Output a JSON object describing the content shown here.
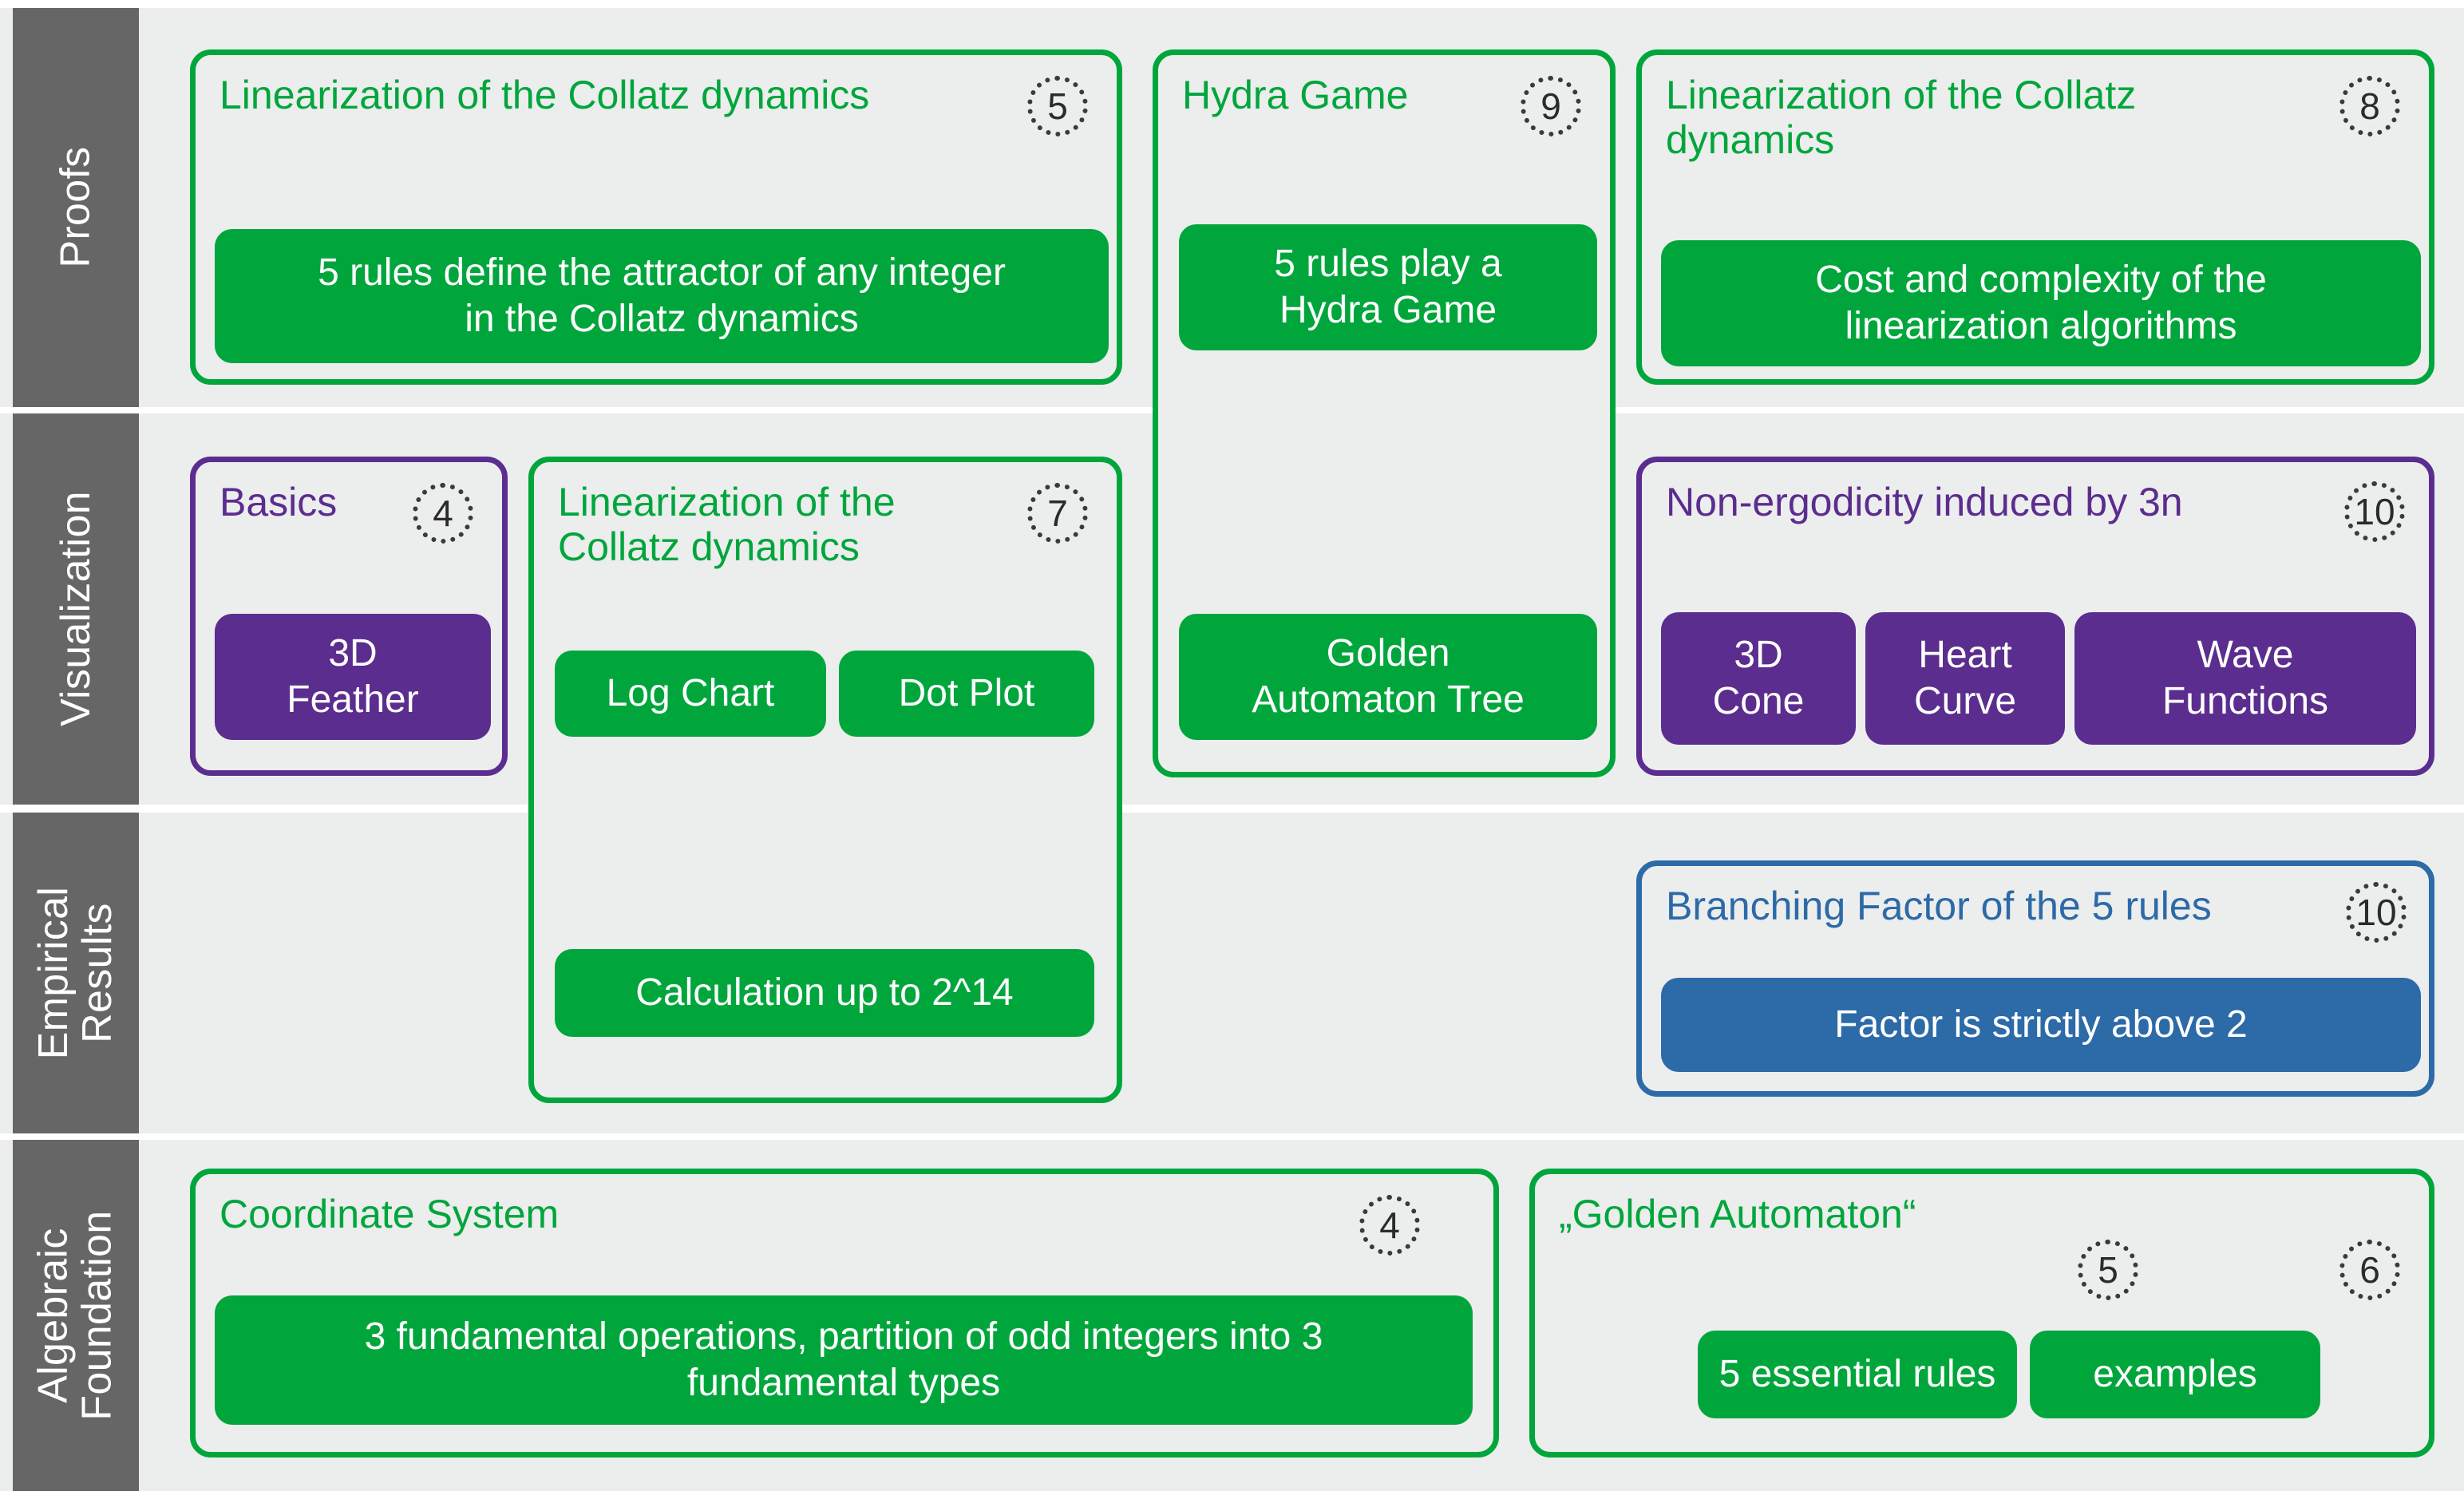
{
  "meta": {
    "title": "Collatz research structure matrix",
    "colors": {
      "green": "#00a63c",
      "purple": "#5b2d8e",
      "blue": "#2c6aa8",
      "band": "#eceded",
      "label_bar": "#666666",
      "badge_text": "#2b2b2b"
    }
  },
  "rows": [
    {
      "label": "Proofs"
    },
    {
      "label": "Visualization"
    },
    {
      "label": "Empirical\nResults"
    },
    {
      "label": "Algebraic\nFoundation"
    }
  ],
  "cards": [
    {
      "id": "proofs-linearization",
      "title": "Linearization of the Collatz dynamics",
      "badges": [
        "5"
      ],
      "accent": "green",
      "items": [
        "5 rules define the attractor of any integer\nin the Collatz dynamics"
      ]
    },
    {
      "id": "hydra-game",
      "title": "Hydra Game",
      "badges": [
        "9"
      ],
      "accent": "green",
      "items": [
        "5 rules play a\nHydra Game",
        "Golden\nAutomaton Tree"
      ]
    },
    {
      "id": "proofs-linearization-cost",
      "title": "Linearization of the Collatz\ndynamics",
      "badges": [
        "8"
      ],
      "accent": "green",
      "items": [
        "Cost and complexity of the\nlinearization algorithms"
      ]
    },
    {
      "id": "basics",
      "title": "Basics",
      "badges": [
        "4"
      ],
      "accent": "purple",
      "items": [
        "3D\nFeather"
      ]
    },
    {
      "id": "vis-linearization",
      "title": "Linearization of the\nCollatz dynamics",
      "badges": [
        "7"
      ],
      "accent": "green",
      "items": [
        "Log Chart",
        "Dot Plot",
        "Calculation up to 2^14"
      ]
    },
    {
      "id": "non-ergodicity",
      "title": "Non-ergodicity induced by 3n",
      "badges": [
        "10"
      ],
      "accent": "purple",
      "items": [
        "3D\nCone",
        "Heart\nCurve",
        "Wave\nFunctions"
      ]
    },
    {
      "id": "branching-factor",
      "title": "Branching Factor of the 5 rules",
      "badges": [
        "10"
      ],
      "accent": "blue",
      "items": [
        "Factor is strictly above 2"
      ]
    },
    {
      "id": "coordinate-system",
      "title": "Coordinate System",
      "badges": [
        "4"
      ],
      "accent": "green",
      "items": [
        "3 fundamental operations, partition of odd integers into 3\nfundamental types"
      ]
    },
    {
      "id": "golden-automaton",
      "title": "„Golden Automaton“",
      "badges": [
        "5",
        "6"
      ],
      "accent": "green",
      "items": [
        "5 essential rules",
        "examples"
      ]
    }
  ]
}
